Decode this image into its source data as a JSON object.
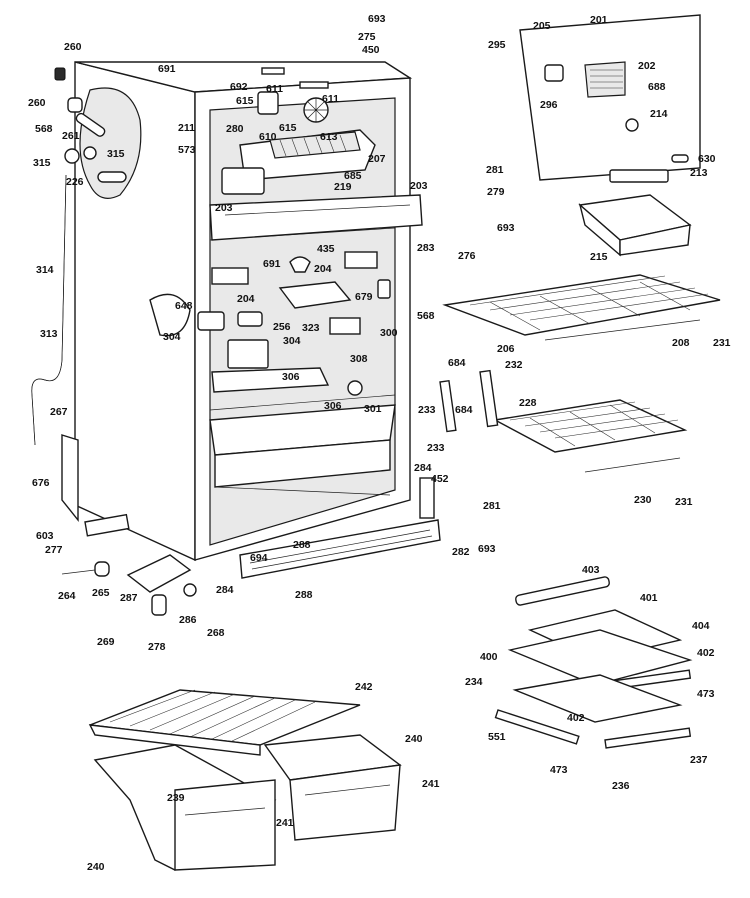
{
  "callouts": [
    {
      "id": "c693a",
      "text": "693"
    },
    {
      "id": "c275",
      "text": "275"
    },
    {
      "id": "c450",
      "text": "450"
    },
    {
      "id": "c205",
      "text": "205"
    },
    {
      "id": "c201",
      "text": "201"
    },
    {
      "id": "c295",
      "text": "295"
    },
    {
      "id": "c202",
      "text": "202"
    },
    {
      "id": "c296",
      "text": "296"
    },
    {
      "id": "c688",
      "text": "688"
    },
    {
      "id": "c214",
      "text": "214"
    },
    {
      "id": "c630",
      "text": "630"
    },
    {
      "id": "c213",
      "text": "213"
    },
    {
      "id": "c260a",
      "text": "260"
    },
    {
      "id": "c691a",
      "text": "691"
    },
    {
      "id": "c692",
      "text": "692"
    },
    {
      "id": "c615a",
      "text": "615"
    },
    {
      "id": "c611a",
      "text": "611"
    },
    {
      "id": "c611b",
      "text": "611"
    },
    {
      "id": "c260b",
      "text": "260"
    },
    {
      "id": "c261",
      "text": "261"
    },
    {
      "id": "c568a",
      "text": "568"
    },
    {
      "id": "c211",
      "text": "211"
    },
    {
      "id": "c280",
      "text": "280"
    },
    {
      "id": "c610",
      "text": "610"
    },
    {
      "id": "c615b",
      "text": "615"
    },
    {
      "id": "c613",
      "text": "613"
    },
    {
      "id": "c315a",
      "text": "315"
    },
    {
      "id": "c315b",
      "text": "315"
    },
    {
      "id": "c573",
      "text": "573"
    },
    {
      "id": "c207",
      "text": "207"
    },
    {
      "id": "c226",
      "text": "226"
    },
    {
      "id": "c685",
      "text": "685"
    },
    {
      "id": "c219",
      "text": "219"
    },
    {
      "id": "c281a",
      "text": "281"
    },
    {
      "id": "c203a",
      "text": "203"
    },
    {
      "id": "c279",
      "text": "279"
    },
    {
      "id": "c203b",
      "text": "203"
    },
    {
      "id": "c693b",
      "text": "693"
    },
    {
      "id": "c283",
      "text": "283"
    },
    {
      "id": "c276",
      "text": "276"
    },
    {
      "id": "c215",
      "text": "215"
    },
    {
      "id": "c314",
      "text": "314"
    },
    {
      "id": "c435",
      "text": "435"
    },
    {
      "id": "c204a",
      "text": "204"
    },
    {
      "id": "c691b",
      "text": "691"
    },
    {
      "id": "c679",
      "text": "679"
    },
    {
      "id": "c204b",
      "text": "204"
    },
    {
      "id": "c648",
      "text": "648"
    },
    {
      "id": "c568b",
      "text": "568"
    },
    {
      "id": "c256",
      "text": "256"
    },
    {
      "id": "c323",
      "text": "323"
    },
    {
      "id": "c300",
      "text": "300"
    },
    {
      "id": "c206",
      "text": "206"
    },
    {
      "id": "c208",
      "text": "208"
    },
    {
      "id": "c231a",
      "text": "231"
    },
    {
      "id": "c313",
      "text": "313"
    },
    {
      "id": "c304a",
      "text": "304"
    },
    {
      "id": "c304b",
      "text": "304"
    },
    {
      "id": "c308",
      "text": "308"
    },
    {
      "id": "c684a",
      "text": "684"
    },
    {
      "id": "c232",
      "text": "232"
    },
    {
      "id": "c306a",
      "text": "306"
    },
    {
      "id": "c233a",
      "text": "233"
    },
    {
      "id": "c684b",
      "text": "684"
    },
    {
      "id": "c306b",
      "text": "306"
    },
    {
      "id": "c301",
      "text": "301"
    },
    {
      "id": "c228",
      "text": "228"
    },
    {
      "id": "c267",
      "text": "267"
    },
    {
      "id": "c233b",
      "text": "233"
    },
    {
      "id": "c284a",
      "text": "284"
    },
    {
      "id": "c452",
      "text": "452"
    },
    {
      "id": "c230",
      "text": "230"
    },
    {
      "id": "c231b",
      "text": "231"
    },
    {
      "id": "c676",
      "text": "676"
    },
    {
      "id": "c281b",
      "text": "281"
    },
    {
      "id": "c603",
      "text": "603"
    },
    {
      "id": "c277",
      "text": "277"
    },
    {
      "id": "c288a",
      "text": "288"
    },
    {
      "id": "c694",
      "text": "694"
    },
    {
      "id": "c282",
      "text": "282"
    },
    {
      "id": "c693c",
      "text": "693"
    },
    {
      "id": "c264",
      "text": "264"
    },
    {
      "id": "c265",
      "text": "265"
    },
    {
      "id": "c287",
      "text": "287"
    },
    {
      "id": "c284b",
      "text": "284"
    },
    {
      "id": "c288b",
      "text": "288"
    },
    {
      "id": "c286",
      "text": "286"
    },
    {
      "id": "c268",
      "text": "268"
    },
    {
      "id": "c269",
      "text": "269"
    },
    {
      "id": "c278",
      "text": "278"
    },
    {
      "id": "c403",
      "text": "403"
    },
    {
      "id": "c401",
      "text": "401"
    },
    {
      "id": "c404",
      "text": "404"
    },
    {
      "id": "c400",
      "text": "400"
    },
    {
      "id": "c402a",
      "text": "402"
    },
    {
      "id": "c242",
      "text": "242"
    },
    {
      "id": "c234",
      "text": "234"
    },
    {
      "id": "c473a",
      "text": "473"
    },
    {
      "id": "c402b",
      "text": "402"
    },
    {
      "id": "c551",
      "text": "551"
    },
    {
      "id": "c240a",
      "text": "240"
    },
    {
      "id": "c237",
      "text": "237"
    },
    {
      "id": "c239",
      "text": "239"
    },
    {
      "id": "c241a",
      "text": "241"
    },
    {
      "id": "c473b",
      "text": "473"
    },
    {
      "id": "c236",
      "text": "236"
    },
    {
      "id": "c241b",
      "text": "241"
    },
    {
      "id": "c240b",
      "text": "240"
    }
  ]
}
